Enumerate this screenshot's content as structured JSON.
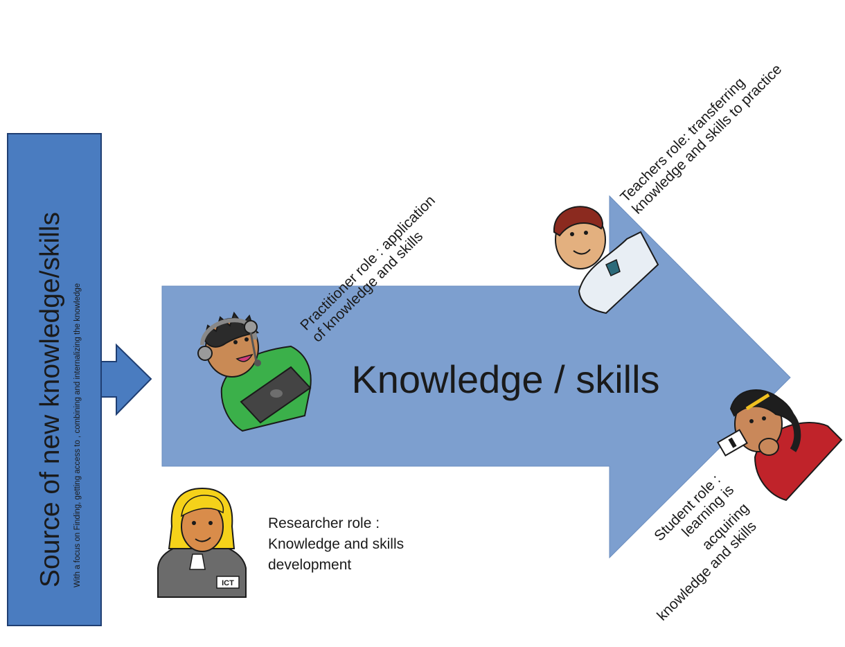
{
  "source_box": {
    "title": "Source of new knowledge/skills",
    "subtitle": "With a focus on Finding, getting access to , combining and internalizing the knowledge"
  },
  "main_arrow": {
    "label": "Knowledge / skills"
  },
  "roles": {
    "practitioner": {
      "line1": "Practitioner role : application",
      "line2": "of knowledge and skills"
    },
    "teacher": {
      "line1": "Teachers role: transferring",
      "line2": "knowledge and skills to practice"
    },
    "student": {
      "line1": "Student role :",
      "line2": "learning is",
      "line3": "acquiring",
      "line4": "knowledge and skills"
    },
    "researcher": {
      "line1": "Researcher role :",
      "line2": "Knowledge and skills",
      "line3": "development",
      "badge": "ICT"
    }
  },
  "colors": {
    "source_box_fill": "#4a7cc0",
    "source_box_stroke": "#1f3e72",
    "main_arrow_fill": "#7d9fcf",
    "main_arrow_label": "#5b6470"
  },
  "icons": [
    "practitioner-avatar-icon",
    "teacher-avatar-icon",
    "student-avatar-icon",
    "researcher-avatar-icon"
  ]
}
